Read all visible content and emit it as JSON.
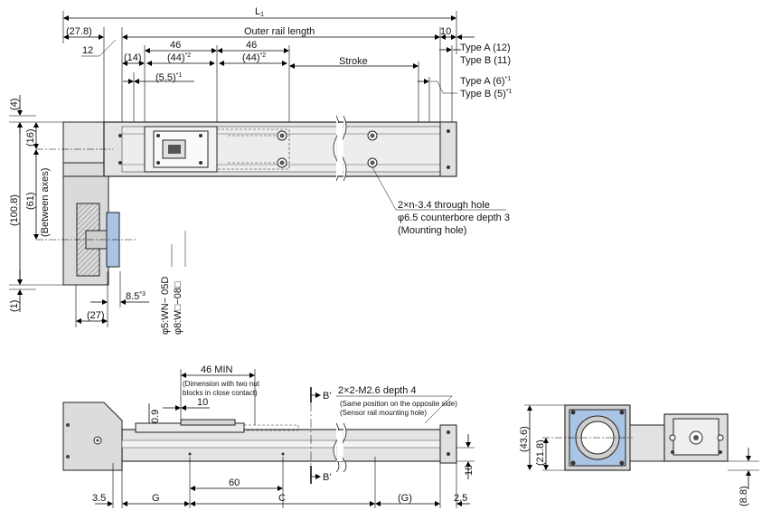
{
  "top_view": {
    "L1": "L",
    "L1_sub": "1",
    "d_27_8": "(27.8)",
    "outer_rail_length": "Outer rail length",
    "d_10_top": "10",
    "type_a_12": "Type A (12)",
    "type_b_11": "Type B (11)",
    "d_12": "12",
    "d_14": "(14)",
    "d_46_a": "46",
    "d_44_a": "(44)",
    "d_46_b": "46",
    "d_44_b": "(44)",
    "note_star2": "*2",
    "d_5_5": "(5.5)",
    "note_star1": "*1",
    "stroke": "Stroke",
    "type_a_6": "Type A (6)",
    "type_b_5": "Type B (5)",
    "d_4": "(4)",
    "d_16": "(16)",
    "d_100_8": "(100.8)",
    "d_61": "(61)",
    "between_axes": "(Between axes)",
    "d_1": "(1)",
    "d_8_5": "8.5",
    "note_star3": "*3",
    "d_27": "(27)",
    "wn_05d": "φ5:WN− 05D",
    "w_08": "φ8:W□−08□",
    "hole_l1": "2×n-3.4 through hole",
    "hole_l2": "φ6.5 counterbore depth 3",
    "hole_l3": "(Mounting hole)"
  },
  "side_view": {
    "d_46_min": "46 MIN",
    "nut_note_1": "(Dimension with two nut",
    "nut_note_2": "blocks in close contact)",
    "d_10_a": "10",
    "d_0_9": "0.9",
    "b_prime_top": "B’",
    "b_prime_bot": "B’",
    "tap_l1": "2×2-M2.6 depth 4",
    "tap_l2": "(Same position on the opposite side)",
    "tap_l3": "(Sensor rail mounting hole)",
    "d_10_b": "10",
    "d_3_5": "3.5",
    "d_g": "G",
    "d_60": "60",
    "d_c": "C",
    "d_g_paren": "(G)",
    "d_2_5": "2.5"
  },
  "end_view": {
    "d_43_6": "(43.6)",
    "d_21_8": "(21.8)",
    "d_8_8": "(8.8)"
  },
  "colors": {
    "rail_gray": "#d8d8d8",
    "blue": "#a9c4e4",
    "dark": "#333333"
  }
}
